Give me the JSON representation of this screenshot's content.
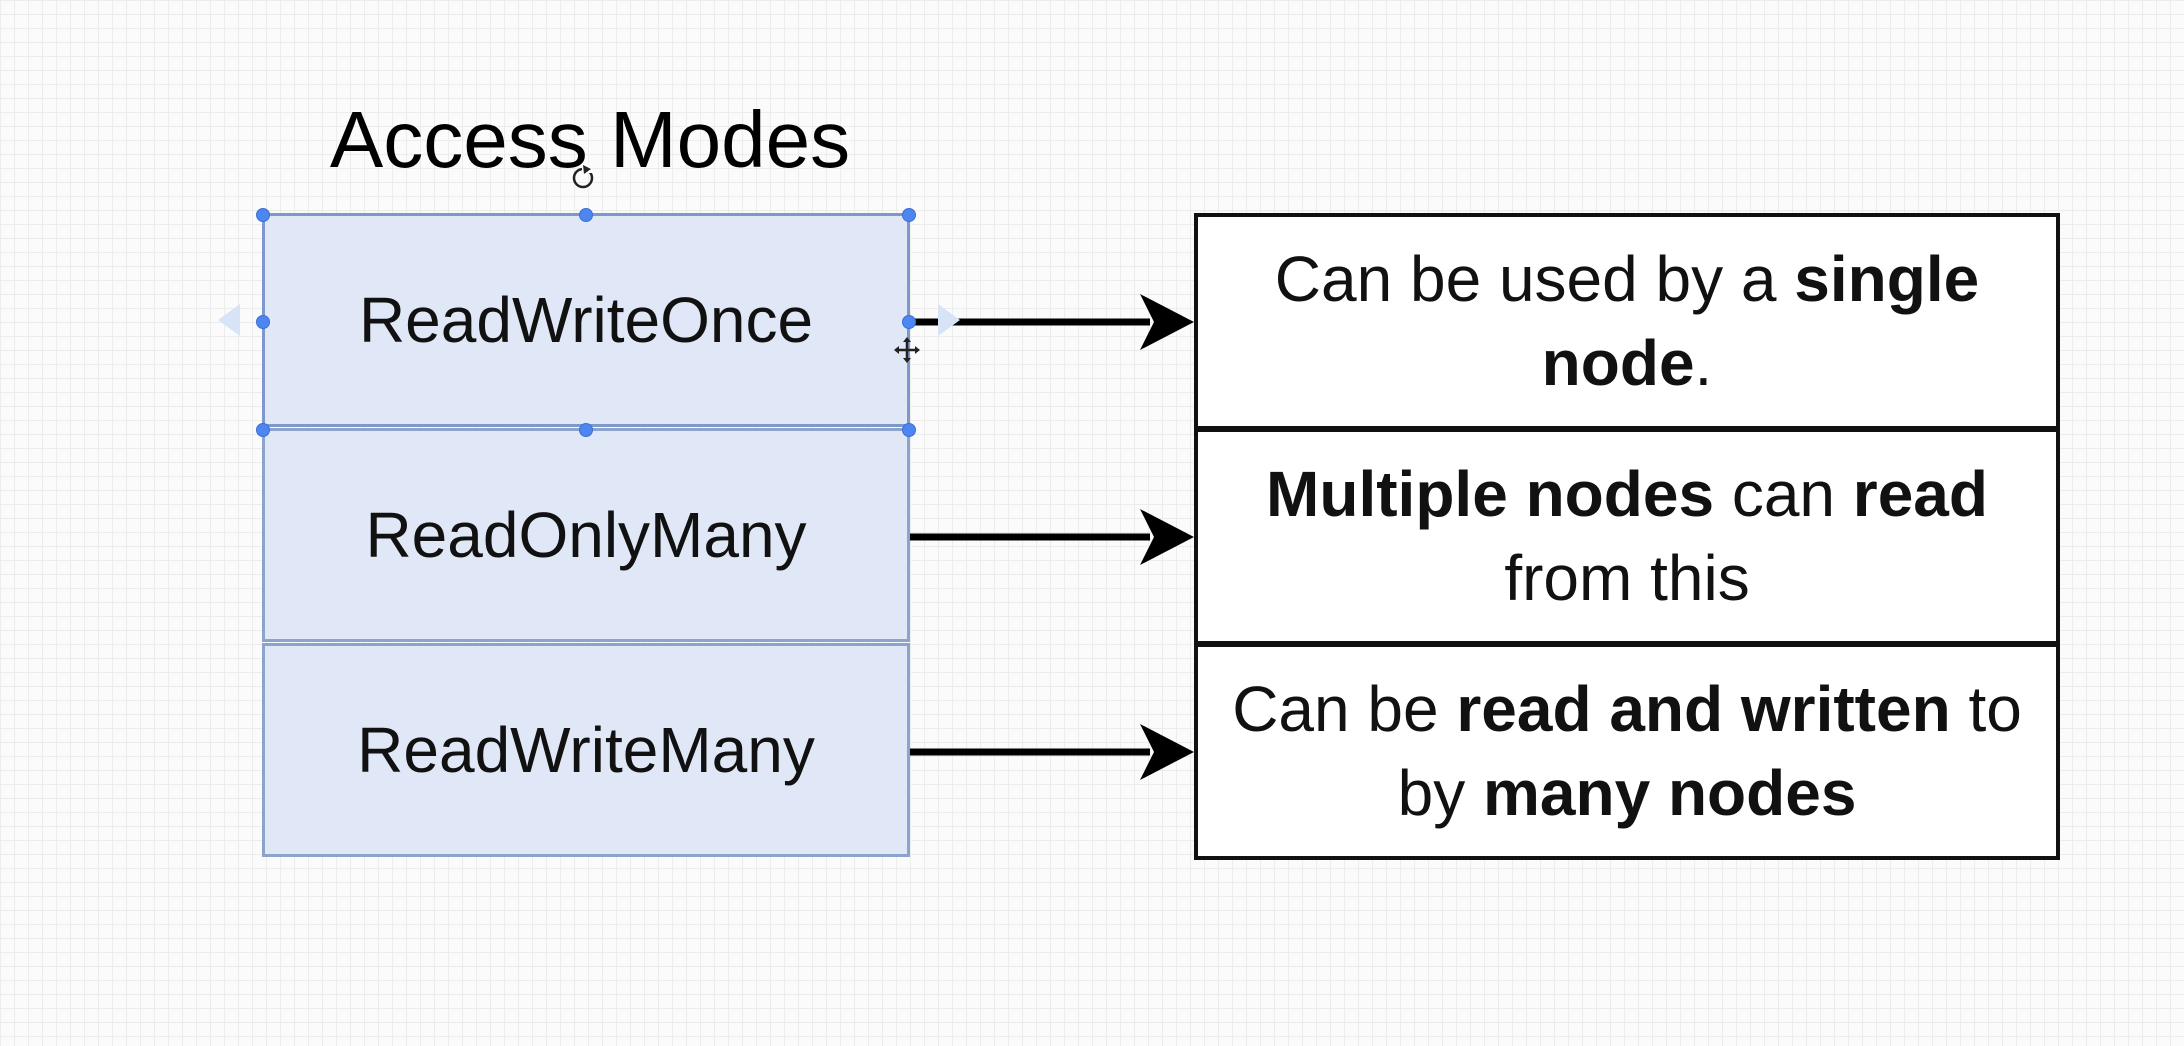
{
  "diagram": {
    "title": "Access Modes",
    "modes": [
      {
        "label": "ReadWriteOnce"
      },
      {
        "label": "ReadOnlyMany"
      },
      {
        "label": "ReadWriteMany"
      }
    ],
    "descriptions": [
      {
        "parts": [
          {
            "text": "Can be used by a ",
            "bold": false
          },
          {
            "text": "single node",
            "bold": true
          },
          {
            "text": ".",
            "bold": false
          }
        ]
      },
      {
        "parts": [
          {
            "text": "Multiple nodes",
            "bold": true
          },
          {
            "text": " can ",
            "bold": false
          },
          {
            "text": "read",
            "bold": true
          },
          {
            "text": " from this",
            "bold": false
          }
        ]
      },
      {
        "parts": [
          {
            "text": "Can be ",
            "bold": false
          },
          {
            "text": "read and written",
            "bold": true
          },
          {
            "text": " to by ",
            "bold": false
          },
          {
            "text": "many nodes",
            "bold": true
          }
        ]
      }
    ]
  },
  "colors": {
    "mode_fill": "#e0e7f6",
    "mode_border": "#8ca3cc",
    "selection_handle": "#4d86f0",
    "arrow": "#000000"
  },
  "icons": {
    "rotate_cursor": "rotate-cursor-icon",
    "move_cursor": "move-cursor-icon"
  }
}
